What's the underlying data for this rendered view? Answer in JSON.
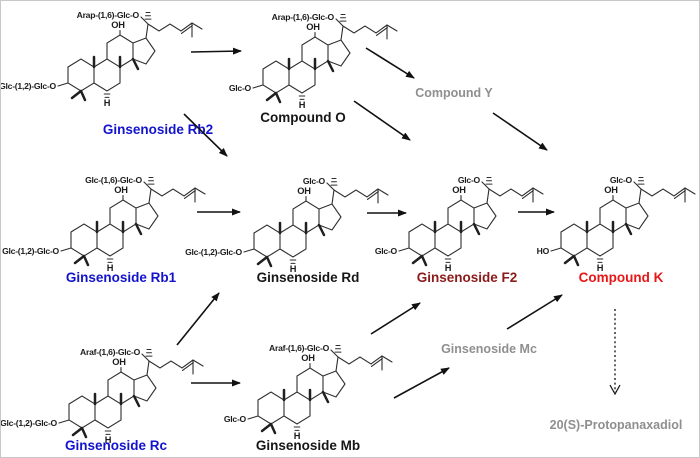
{
  "figure": {
    "type": "biotransformation-pathway-diagram",
    "subject": "Ginsenoside conversion pathway"
  },
  "colors": {
    "precursor_blue": "#1313cd",
    "intermediate_black": "#161616",
    "product_dark_red": "#8b1a1a",
    "final_product_red": "#e81717",
    "minor_gray": "#8f8f8f"
  },
  "structures": [
    {
      "id": "ginsenoside-rb2",
      "sugar_top": "Arap-(1,6)-Glc-O",
      "hydroxyl": "OH",
      "sugar_left": "Glc-(1,2)-Glc-O",
      "hydrogen": "H",
      "name": "Ginsenoside Rb2",
      "name_color": "precursor_blue"
    },
    {
      "id": "compound-o",
      "sugar_top": "Arap-(1,6)-Glc-O",
      "hydroxyl": "OH",
      "sugar_left": "Glc-O",
      "hydrogen": "H",
      "name": "Compound O",
      "name_color": "intermediate_black"
    },
    {
      "id": "ginsenoside-rb1",
      "sugar_top": "Glc-(1,6)-Glc-O",
      "hydroxyl": "OH",
      "sugar_left": "Glc-(1,2)-Glc-O",
      "hydrogen": "H",
      "name": "Ginsenoside Rb1",
      "name_color": "precursor_blue"
    },
    {
      "id": "ginsenoside-rd",
      "sugar_top": "Glc-O",
      "hydroxyl": "OH",
      "sugar_left": "Glc-(1,2)-Glc-O",
      "hydrogen": "H",
      "name": "Ginsenoside Rd",
      "name_color": "intermediate_black"
    },
    {
      "id": "ginsenoside-f2",
      "sugar_top": "Glc-O",
      "hydroxyl": "OH",
      "sugar_left": "Glc-O",
      "hydrogen": "H",
      "name": "Ginsenoside F2",
      "name_color": "product_dark_red"
    },
    {
      "id": "compound-k",
      "sugar_top": "Glc-O",
      "hydroxyl": "OH",
      "sugar_left": "HO",
      "hydrogen": "H",
      "name": "Compound K",
      "name_color": "final_product_red"
    },
    {
      "id": "ginsenoside-rc",
      "sugar_top": "Araf-(1,6)-Glc-O",
      "hydroxyl": "OH",
      "sugar_left": "Glc-(1,2)-Glc-O",
      "hydrogen": "H",
      "name": "Ginsenoside Rc",
      "name_color": "precursor_blue"
    },
    {
      "id": "ginsenoside-mb",
      "sugar_top": "Araf-(1,6)-Glc-O",
      "hydroxyl": "OH",
      "sugar_left": "Glc-O",
      "hydrogen": "H",
      "name": "Ginsenoside Mb",
      "name_color": "intermediate_black"
    }
  ],
  "text_labels": [
    {
      "id": "compound-y",
      "text": "Compound Y",
      "color": "minor_gray"
    },
    {
      "id": "ginsenoside-mc",
      "text": "Ginsenoside Mc",
      "color": "minor_gray"
    },
    {
      "id": "protopanaxadiol",
      "text": "20(S)-Protopanaxadiol",
      "color": "minor_gray"
    }
  ],
  "pathway_edges": [
    {
      "from": "Ginsenoside Rb2",
      "to": "Compound O",
      "style": "solid"
    },
    {
      "from": "Ginsenoside Rb2",
      "to": "Ginsenoside Rd",
      "style": "solid"
    },
    {
      "from": "Compound O",
      "to": "Compound Y",
      "style": "solid"
    },
    {
      "from": "Compound O",
      "to": "Ginsenoside F2",
      "style": "solid"
    },
    {
      "from": "Compound Y",
      "to": "Compound K",
      "style": "solid"
    },
    {
      "from": "Ginsenoside Rb1",
      "to": "Ginsenoside Rd",
      "style": "solid"
    },
    {
      "from": "Ginsenoside Rd",
      "to": "Ginsenoside F2",
      "style": "solid"
    },
    {
      "from": "Ginsenoside F2",
      "to": "Compound K",
      "style": "solid"
    },
    {
      "from": "Ginsenoside Rc",
      "to": "Ginsenoside Rd",
      "style": "solid"
    },
    {
      "from": "Ginsenoside Rc",
      "to": "Ginsenoside Mb",
      "style": "solid"
    },
    {
      "from": "Ginsenoside Mb",
      "to": "Ginsenoside F2",
      "style": "solid"
    },
    {
      "from": "Ginsenoside Mb",
      "to": "Ginsenoside Mc",
      "style": "solid"
    },
    {
      "from": "Ginsenoside Mc",
      "to": "Compound K",
      "style": "solid"
    },
    {
      "from": "Compound K",
      "to": "20(S)-Protopanaxadiol",
      "style": "dotted"
    }
  ]
}
